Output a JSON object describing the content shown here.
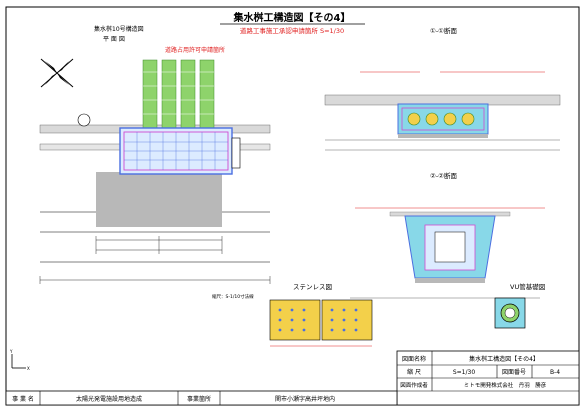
{
  "sheet": {
    "title": "集水桝工構造図【その4】",
    "subtitle": "道路工事施工承認申請箇所 S=1/30"
  },
  "plan": {
    "title1": "集水桝10号構造図",
    "title2": "平 面 図",
    "red_label": "道路占用許可申請箇所"
  },
  "section_1": {
    "title": "①-①断面"
  },
  "section_2": {
    "title": "②-②断面"
  },
  "stainless": {
    "title": "ステンレス図"
  },
  "vu_detail": {
    "title": "VU管基礎図"
  },
  "scale_note": "縮尺：S-1/10寸法線",
  "title_block": {
    "project_label": "事 業 名",
    "project_value": "太陽光発電施設用地造成",
    "location_label": "事業箇所",
    "location_value": "関市小瀬字高井坪地内",
    "drawing_name_label": "図面名称",
    "drawing_name_value": "集水桝工構造図【その4】",
    "scale_label": "縮 尺",
    "scale_value": "S=1/30",
    "drawing_no_label": "図面番号",
    "drawing_no_value": "B-4",
    "author_label": "図面作成者",
    "author_value": "ミトモ開発株式会社　丹羽　勝彦"
  },
  "colors": {
    "hatch_green": "#8ed36b",
    "basin_blue": "#4b6fe0",
    "basin_magenta": "#d04ad0",
    "red_callout": "#e02020",
    "cyan_grid": "#88d8e8",
    "stainless_yellow": "#f3d04a",
    "ground_gray": "#b8b8b8"
  },
  "icons": {
    "north_arrow": "north-arrow-icon",
    "ucs": "ucs-axis-icon"
  }
}
